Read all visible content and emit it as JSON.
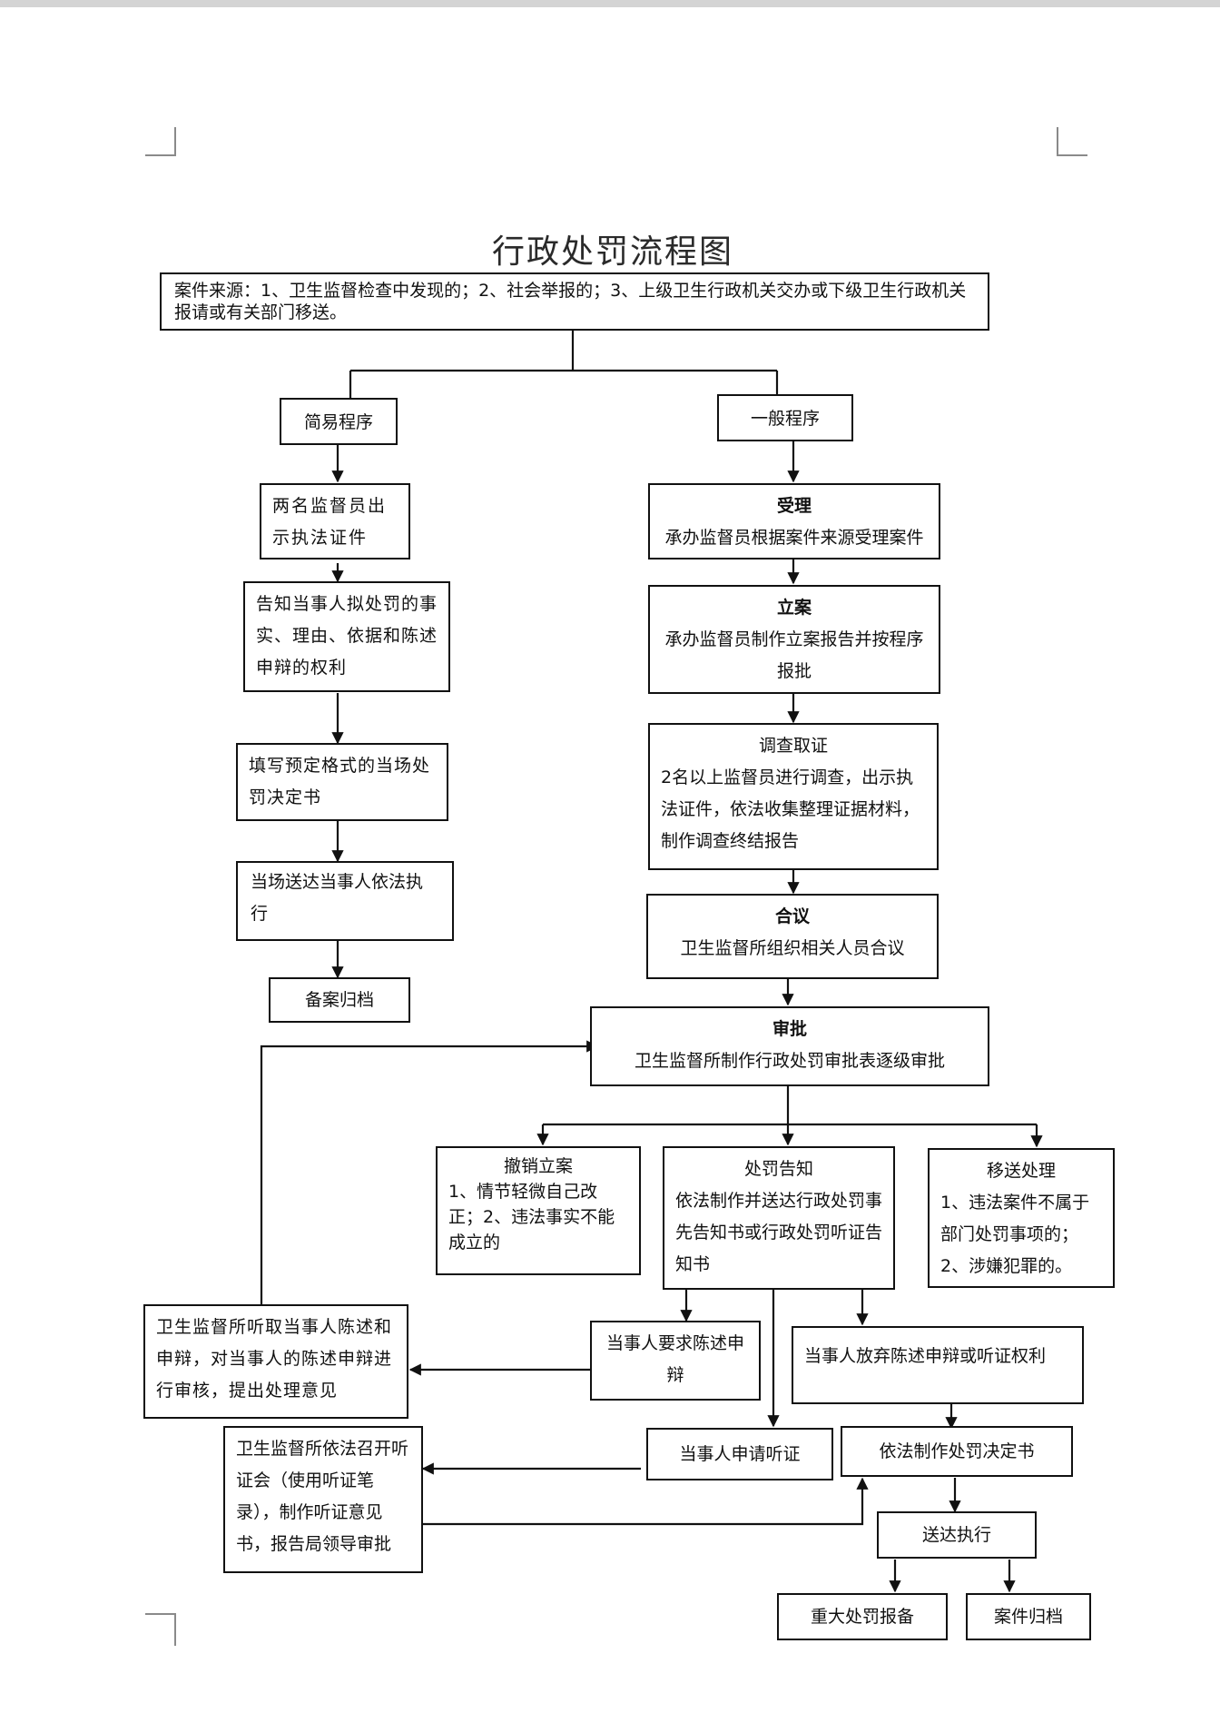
{
  "title": "行政处罚流程图",
  "source": "案件来源：1、卫生监督检查中发现的；2、社会举报的；3、上级卫生行政机关交办或下级卫生行政机关报请或有关部门移送。",
  "simple": {
    "label": "简易程序",
    "step1": "两名监督员出示执法证件",
    "step2": "告知当事人拟处罚的事实、理由、依据和陈述申辩的权利",
    "step3": "填写预定格式的当场处罚决定书",
    "step4": "当场送达当事人依法执行",
    "step5": "备案归档"
  },
  "general": {
    "label": "一般程序",
    "accept": {
      "title": "受理",
      "text": "承办监督员根据案件来源受理案件"
    },
    "file": {
      "title": "立案",
      "text": "承办监督员制作立案报告并按程序报批"
    },
    "investigate": {
      "title": "调查取证",
      "text": "2名以上监督员进行调查，出示执法证件，依法收集整理证据材料，制作调查终结报告"
    },
    "discuss": {
      "title": "合议",
      "text": "卫生监督所组织相关人员合议"
    },
    "approve": {
      "title": "审批",
      "text": "卫生监督所制作行政处罚审批表逐级审批"
    }
  },
  "revoke": {
    "title": "撤销立案",
    "text": "1、情节轻微自己改正；2、违法事实不能成立的"
  },
  "notice": {
    "title": "处罚告知",
    "text": "依法制作并送达行政处罚事先告知书或行政处罚听证告知书"
  },
  "transfer": {
    "title": "移送处理",
    "text": "1、违法案件不属于部门处罚事项的；2、涉嫌犯罪的。"
  },
  "review": "卫生监督所听取当事人陈述和申辩，对当事人的陈述申辩进行审核，提出处理意见",
  "request_statement": "当事人要求陈述申辩",
  "waive": "当事人放弃陈述申辩或听证权利",
  "hearing_request": "当事人申请听证",
  "hearing": "卫生监督所依法召开听证会（使用听证笔录），制作听证意见书，报告局领导审批",
  "decision": "依法制作处罚决定书",
  "deliver": "送达执行",
  "major_report": "重大处罚报备",
  "archive": "案件归档"
}
